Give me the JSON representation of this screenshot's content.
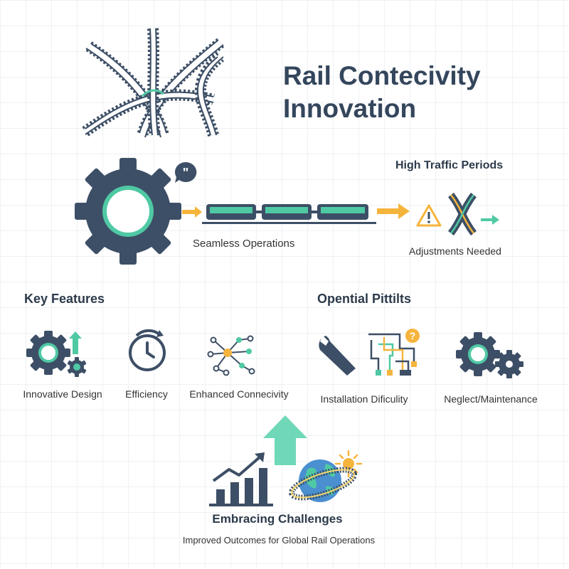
{
  "title": {
    "line1": "Rail Contecivity",
    "line2": "Innovation"
  },
  "top_flow": {
    "high_traffic": "High Traffic Periods",
    "seamless": "Seamless Operations",
    "adjustments": "Adjustments Needed"
  },
  "key_features": {
    "heading": "Key Features",
    "items": [
      "Innovative Design",
      "Efficiency",
      "Enhanced Connecivity"
    ]
  },
  "pitfalls": {
    "heading": "Opential Pittilts",
    "items": [
      "Installation Dificulity",
      "Neglect/Maintenance"
    ]
  },
  "bottom": {
    "heading": "Embracing Challenges",
    "subtitle": "Improved Outcomes for Global Rail Operations"
  },
  "colors": {
    "navy": "#3d4f66",
    "teal": "#4fc9a4",
    "orange": "#f5b43c",
    "grid": "#eef1f4"
  }
}
